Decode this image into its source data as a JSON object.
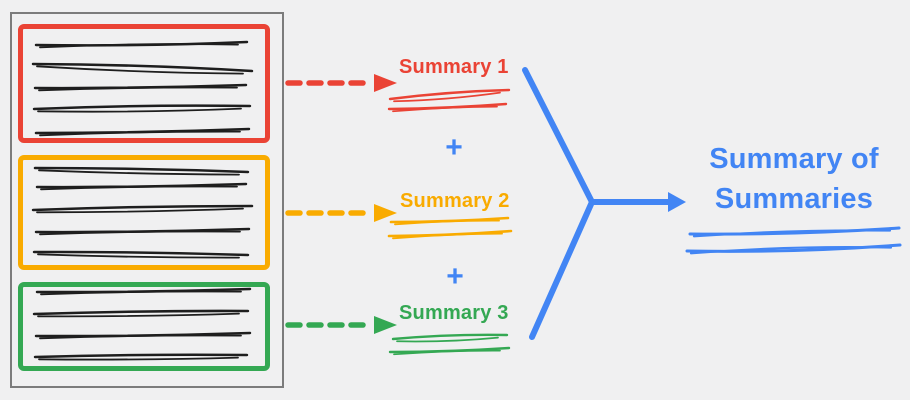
{
  "diagram": {
    "colors": {
      "red": "#EA4335",
      "orange": "#F9AB00",
      "green": "#34A853",
      "blue": "#4285F4",
      "ink": "#1E1E1E",
      "doc_border": "#7C7C7C",
      "background": "#F0F0F1"
    },
    "document": {
      "chunks": [
        {
          "name": "chunk-1",
          "color": "red",
          "text_lines": 5
        },
        {
          "name": "chunk-2",
          "color": "orange",
          "text_lines": 5
        },
        {
          "name": "chunk-3",
          "color": "green",
          "text_lines": 4
        }
      ]
    },
    "summaries": [
      {
        "label": "Summary 1",
        "color": "red"
      },
      {
        "label": "Summary 2",
        "color": "orange"
      },
      {
        "label": "Summary 3",
        "color": "green"
      }
    ],
    "plus_sign": "+",
    "result": {
      "label": "Summary of Summaries",
      "color": "blue"
    }
  }
}
